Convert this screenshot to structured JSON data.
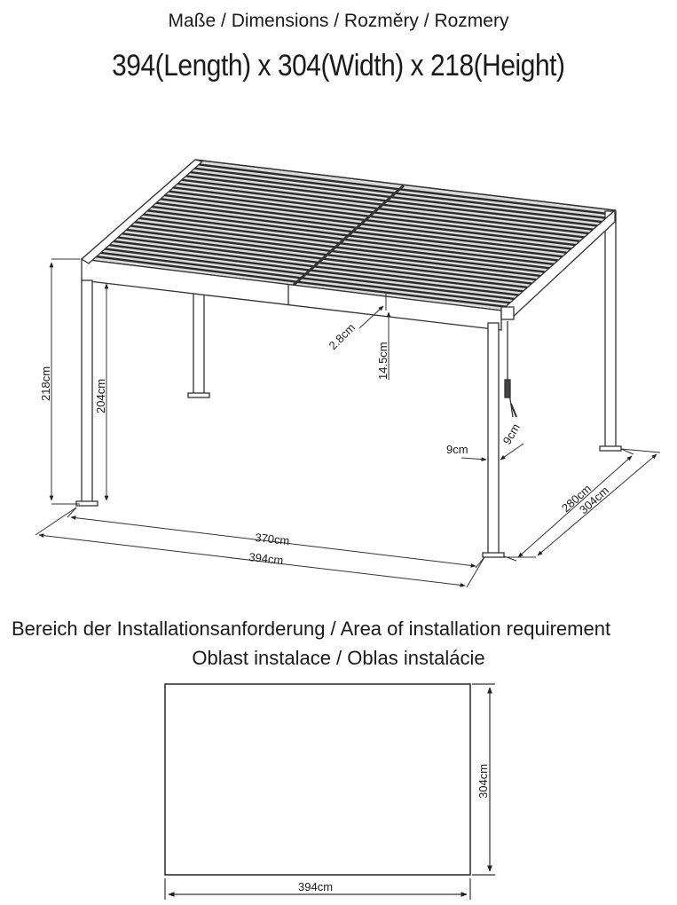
{
  "header": {
    "title": "Maße / Dimensions / Rozměry / Rozmery",
    "dimensions": "394(Length) x 304(Width) x 218(Height)"
  },
  "pergola": {
    "labels": {
      "height_total": "218cm",
      "height_clear": "204cm",
      "beam_thickness": "2.8cm",
      "beam_height": "14.5cm",
      "post_a": "9cm",
      "post_b": "9cm",
      "inner_length": "370cm",
      "outer_length": "394cm",
      "inner_width": "280cm",
      "outer_width": "304cm"
    }
  },
  "installation": {
    "title_line1": "Bereich der Installationsanforderung / Area of installation requirement",
    "title_line2": "Oblast instalace / Oblas instalácie",
    "width_label": "304cm",
    "length_label": "394cm"
  }
}
